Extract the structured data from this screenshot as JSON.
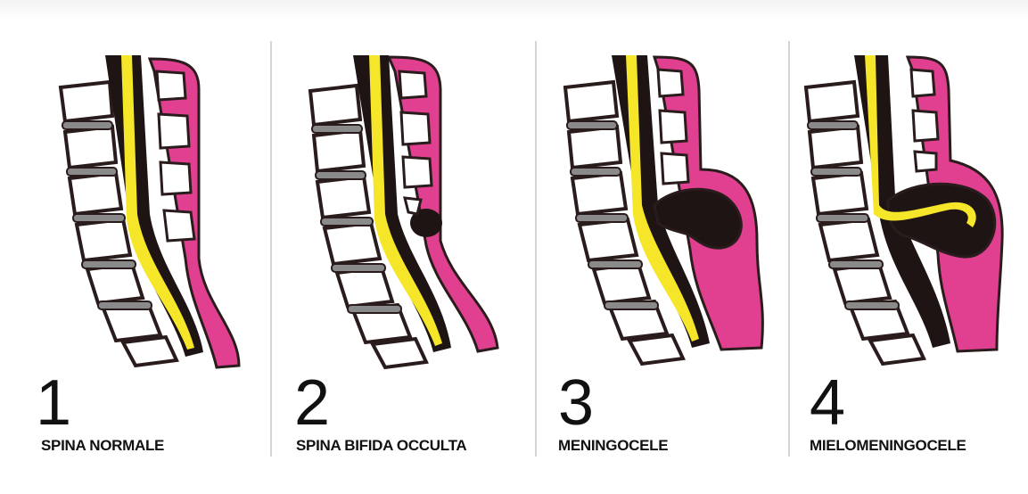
{
  "panels": [
    {
      "number": "1",
      "label": "SPINA NORMALE"
    },
    {
      "number": "2",
      "label": "SPINA BIFIDA OCCULTA"
    },
    {
      "number": "3",
      "label": "MENINGOCELE"
    },
    {
      "number": "4",
      "label": "MIELOMENINGOCELE"
    }
  ],
  "colors": {
    "skin": "#e0408f",
    "cord": "#f5e62a",
    "canal": "#1e1414",
    "bone": "#ffffff",
    "outline": "#2a1c1c",
    "disc": "#8a8a8a"
  }
}
